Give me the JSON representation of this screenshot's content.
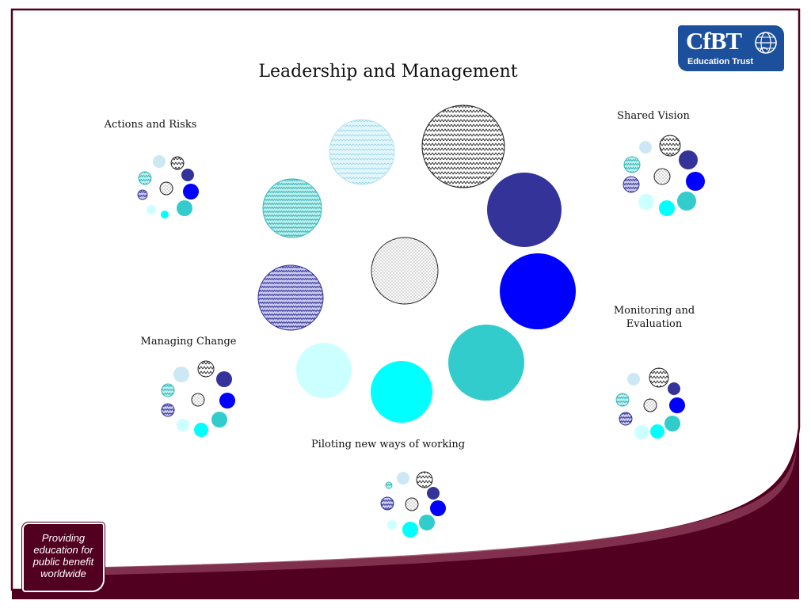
{
  "title": "Leadership and Management",
  "clusters": [
    {
      "id": "actions",
      "label": "Actions and Risks"
    },
    {
      "id": "vision",
      "label": "Shared Vision"
    },
    {
      "id": "monitoring",
      "label": "Monitoring and Evaluation"
    },
    {
      "id": "change",
      "label": "Managing Change"
    },
    {
      "id": "piloting",
      "label": "Piloting new ways of working"
    }
  ],
  "logo": {
    "main": "CfBT",
    "sub": "Education Trust"
  },
  "tagline": "Providing education for public benefit worldwide",
  "colors": {
    "border": "#52001f",
    "navy": "#333399",
    "blue": "#0000ff",
    "teal": "#33cccc",
    "cyan": "#00ffff",
    "pale_cyan": "#ccffff",
    "pale_blue": "#cce8f4",
    "logo_blue": "#1c4f9c"
  }
}
